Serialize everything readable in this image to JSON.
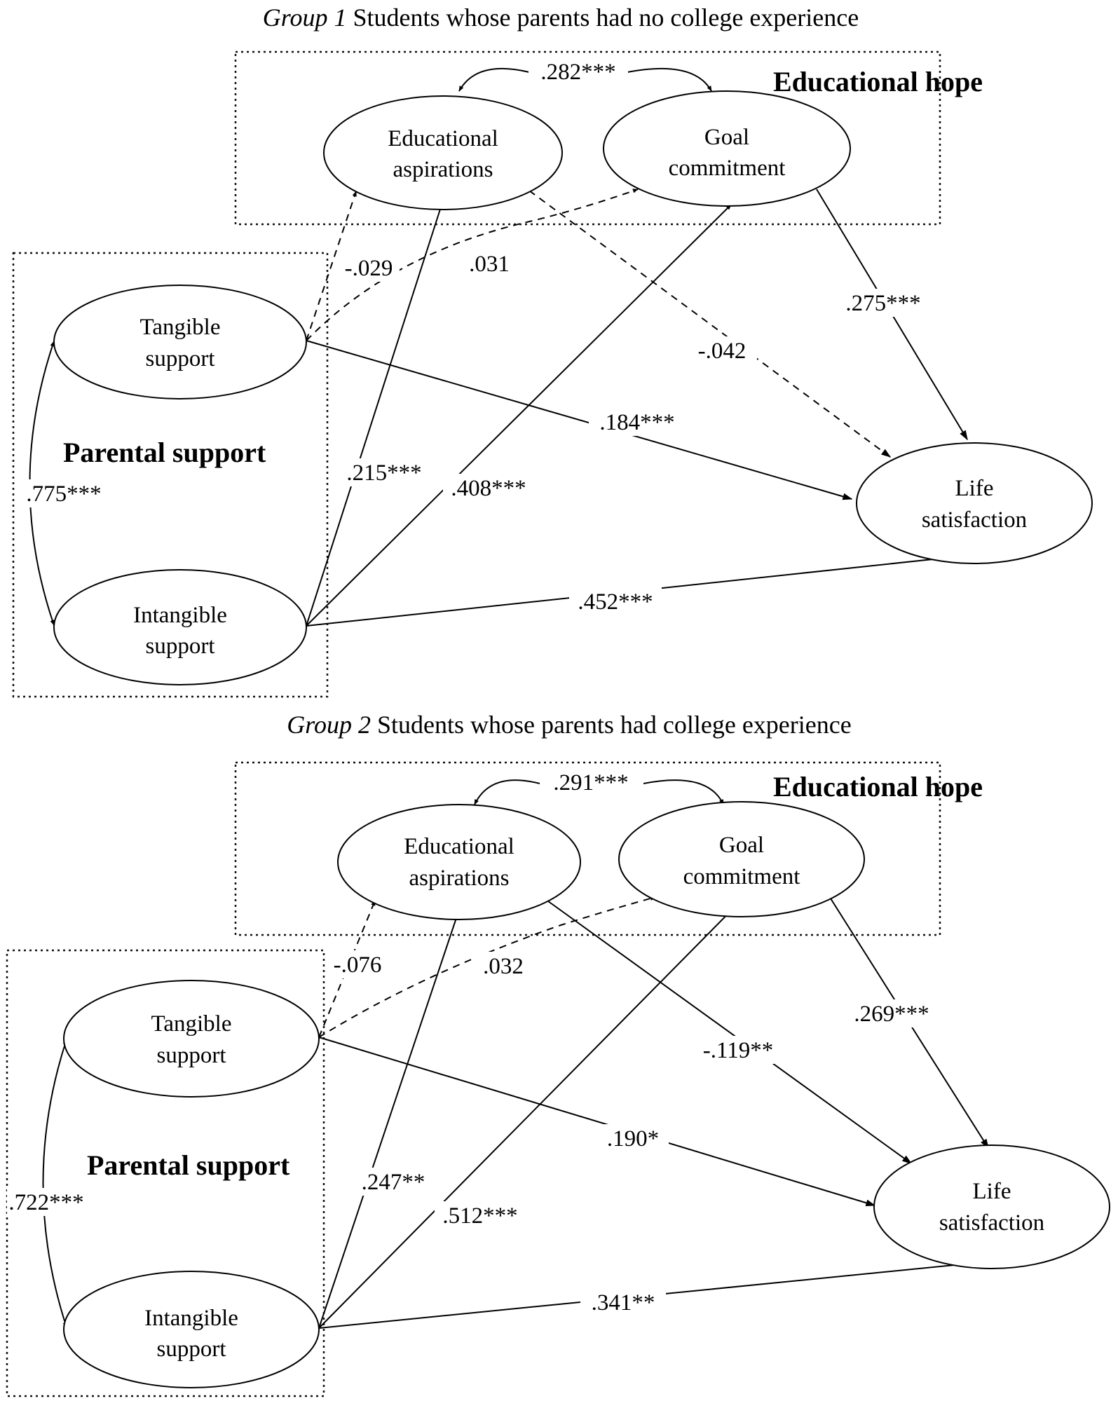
{
  "groups": [
    {
      "title_italic": "Group 1",
      "title_rest": " Students whose parents had no college experience",
      "hope_label": "Educational hope",
      "support_label": "Parental support",
      "nodes": {
        "edu_asp": [
          "Educational",
          "aspirations"
        ],
        "goal": [
          "Goal",
          "commitment"
        ],
        "tangible": [
          "Tangible",
          "support"
        ],
        "intangible": [
          "Intangible",
          "support"
        ],
        "life": [
          "Life",
          "satisfaction"
        ]
      },
      "coefficients": {
        "edu_goal": ".282***",
        "tangible_edu": "-.029",
        "tangible_goal": ".031",
        "goal_life": ".275***",
        "edu_life": "-.042",
        "tangible_life": ".184***",
        "intangible_edu": ".215***",
        "intangible_goal": ".408***",
        "tangible_intangible": ".775***",
        "intangible_life": ".452***"
      }
    },
    {
      "title_italic": "Group 2",
      "title_rest": " Students whose parents had college experience",
      "hope_label": "Educational hope",
      "support_label": "Parental support",
      "nodes": {
        "edu_asp": [
          "Educational",
          "aspirations"
        ],
        "goal": [
          "Goal",
          "commitment"
        ],
        "tangible": [
          "Tangible",
          "support"
        ],
        "intangible": [
          "Intangible",
          "support"
        ],
        "life": [
          "Life",
          "satisfaction"
        ]
      },
      "coefficients": {
        "edu_goal": ".291***",
        "tangible_edu": "-.076",
        "tangible_goal": ".032",
        "goal_life": ".269***",
        "edu_life": "-.119**",
        "tangible_life": ".190*",
        "intangible_edu": ".247**",
        "intangible_goal": ".512***",
        "tangible_intangible": ".722***",
        "intangible_life": ".341**"
      }
    }
  ]
}
